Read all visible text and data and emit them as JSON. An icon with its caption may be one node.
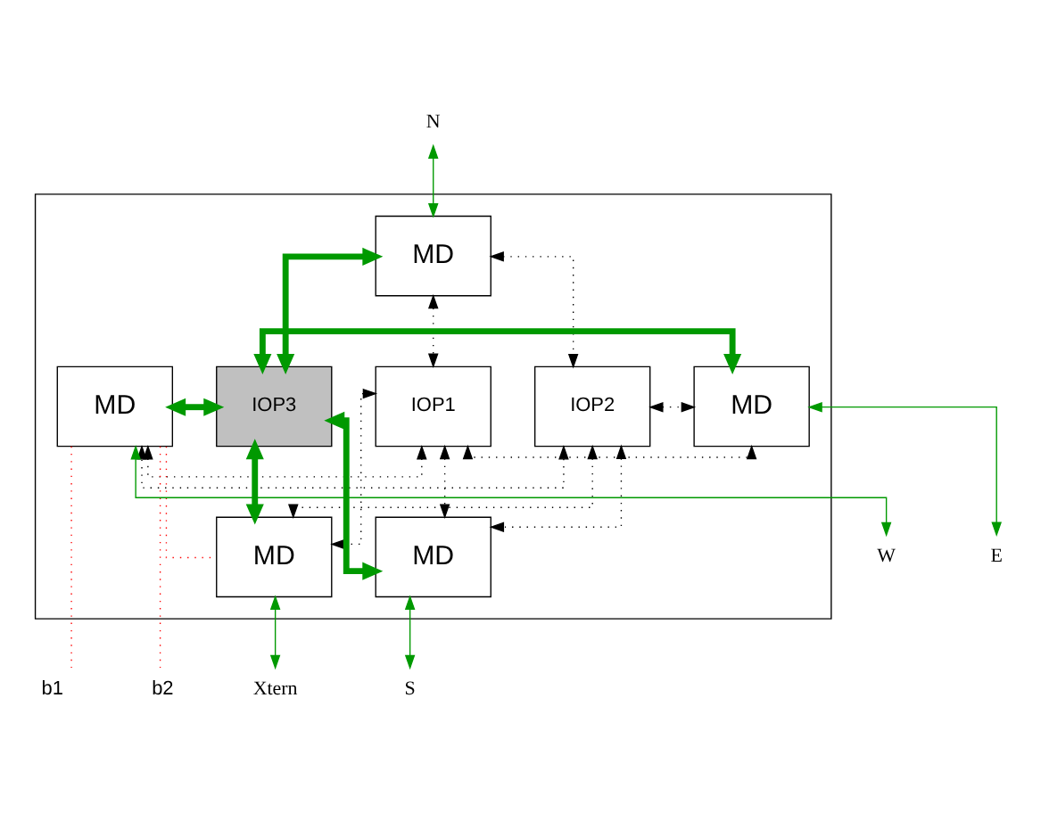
{
  "diagram": {
    "nodes": [
      {
        "text": [],
        "shape": "box"
      },
      {
        "text": [
          "MD"
        ],
        "in": 0
      },
      {
        "text": [
          "MD"
        ],
        "in": 0
      },
      {
        "text": [
          "IOP1"
        ],
        "in": 0
      },
      {
        "text": [
          "IOP2"
        ],
        "in": 0
      },
      {
        "text": [
          "IOP3"
        ],
        "in": 0
      },
      {
        "text": [
          "MD"
        ],
        "in": 0
      },
      {
        "text": [
          "MD"
        ],
        "in": 0
      },
      {
        "text": [
          "MD"
        ],
        "in": 0
      },
      {
        "text": [
          "N"
        ]
      },
      {
        "text": [
          "W"
        ]
      },
      {
        "text": [
          "E"
        ]
      },
      {
        "text": [
          "b1"
        ]
      },
      {
        "text": [
          "b2"
        ]
      },
      {
        "text": [
          "Xtern"
        ]
      },
      {
        "text": [
          "S"
        ]
      }
    ],
    "edges": [
      {
        "from": 9,
        "to": 1,
        "arrow": "both",
        "color": "#009900"
      },
      {
        "from": 10,
        "to": 2,
        "arrow": "both",
        "color": "#009900"
      },
      {
        "from": 6,
        "to": 11,
        "arrow": "both",
        "color": "#009900"
      },
      {
        "from": 1,
        "to": 3,
        "arrow": "both",
        "style": "dashed",
        "color": "#000000"
      },
      {
        "from": 1,
        "to": 4,
        "arrow": "both",
        "style": "dashed",
        "color": "#000000"
      },
      {
        "from": 1,
        "to": 5,
        "arrow": "both",
        "style": "thick",
        "color": "#009900"
      },
      {
        "from": 2,
        "to": 5,
        "arrow": "both",
        "style": "thick",
        "color": "#009900"
      },
      {
        "from": 4,
        "to": 2,
        "arrow": "both",
        "style": "dashed",
        "color": "#000000"
      },
      {
        "from": 2,
        "to": 3,
        "arrow": "both",
        "style": "dashed",
        "color": "#000000"
      },
      {
        "from": 3,
        "to": 6,
        "arrow": "both",
        "style": "dashed",
        "color": "#000000"
      },
      {
        "from": 4,
        "to": 6,
        "arrow": "both",
        "style": "dashed",
        "color": "#000000"
      },
      {
        "from": 5,
        "to": 6,
        "arrow": "both",
        "style": "thick",
        "color": "#009900"
      },
      {
        "from": 3,
        "to": 7,
        "arrow": "both",
        "style": "dashed",
        "color": "#000000"
      },
      {
        "from": 3,
        "to": 8,
        "arrow": "both",
        "style": "dashed",
        "color": "#000000"
      },
      {
        "from": 4,
        "to": 7,
        "arrow": "both",
        "style": "dashed",
        "color": "#000000"
      },
      {
        "from": 4,
        "to": 8,
        "arrow": "both",
        "style": "dashed",
        "color": "#000000"
      },
      {
        "from": 5,
        "to": 7,
        "arrow": "both",
        "style": "thick",
        "color": "#009900"
      },
      {
        "from": 5,
        "to": 8,
        "arrow": "both",
        "style": "thick",
        "color": "#009900"
      },
      {
        "from": 2,
        "to": 12,
        "arrow": "none",
        "style": "dashed",
        "color": "#ff0000"
      },
      {
        "from": 2,
        "to": 7,
        "arrow": "none",
        "style": "dashed",
        "color": "#ff0000"
      },
      {
        "from": 2,
        "to": 13,
        "arrow": "none",
        "style": "dashed",
        "color": "#ff0000"
      },
      {
        "from": 7,
        "to": 14,
        "arrow": "both",
        "color": "#009900"
      },
      {
        "from": 8,
        "to": 15,
        "arrow": "both",
        "color": "#009900"
      }
    ]
  }
}
